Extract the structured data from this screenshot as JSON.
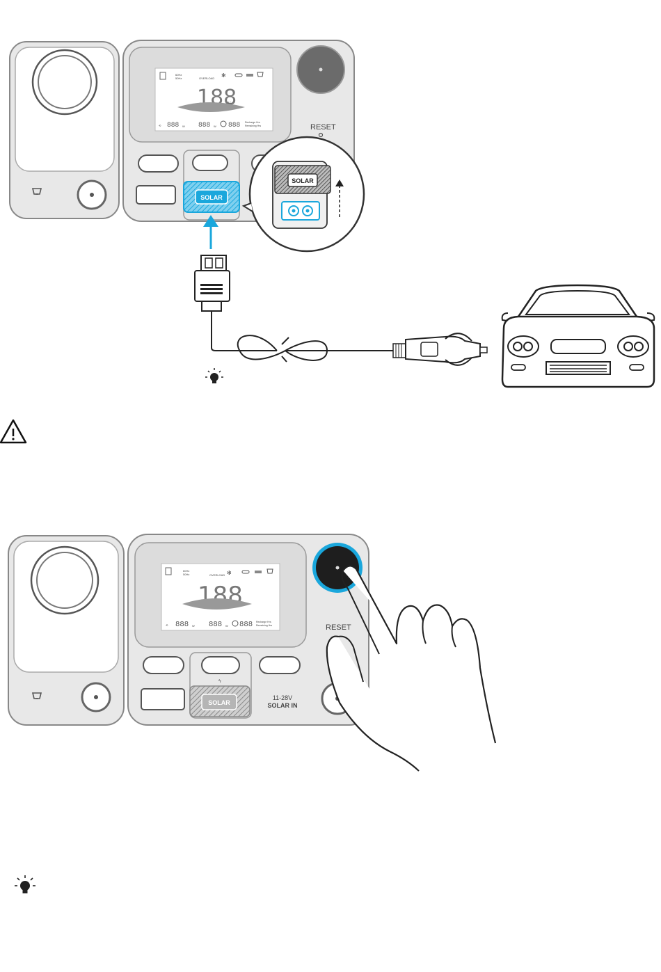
{
  "figure1": {
    "lcd": {
      "freq_a": "60Hz",
      "freq_b": "50Hz",
      "overload": "OVERLOAD",
      "digits": "188",
      "percent": "%",
      "in_digits": "888",
      "out_digits": "888",
      "time_digits": "888",
      "unit_w": "W",
      "recharge": "Recharge Hrs",
      "remaining": "Remaining Hrs"
    },
    "reset_label": "RESET",
    "solar_label": "SOLAR",
    "zoom_solar_label": "SOLAR"
  },
  "figure2": {
    "lcd": {
      "freq_a": "60Hz",
      "freq_b": "50Hz",
      "overload": "OVERLOAD",
      "digits": "188",
      "percent": "%",
      "in_digits": "888",
      "out_digits": "888",
      "time_digits": "888",
      "unit_w": "W",
      "recharge": "Recharge Hrs",
      "remaining": "Remaining Hrs"
    },
    "reset_label": "RESET",
    "solar_label": "SOLAR",
    "voltage_label": "11-28V",
    "solar_in_label": "SOLAR IN"
  },
  "colors": {
    "accent_blue": "#1aa7dc",
    "device_gray": "#e6e6e6",
    "outline": "#8a8a8a",
    "dark": "#222222"
  },
  "icons": [
    "warning-icon",
    "tip-bulb-icon",
    "car-icon",
    "hand-icon",
    "car-charger-cable-icon"
  ]
}
